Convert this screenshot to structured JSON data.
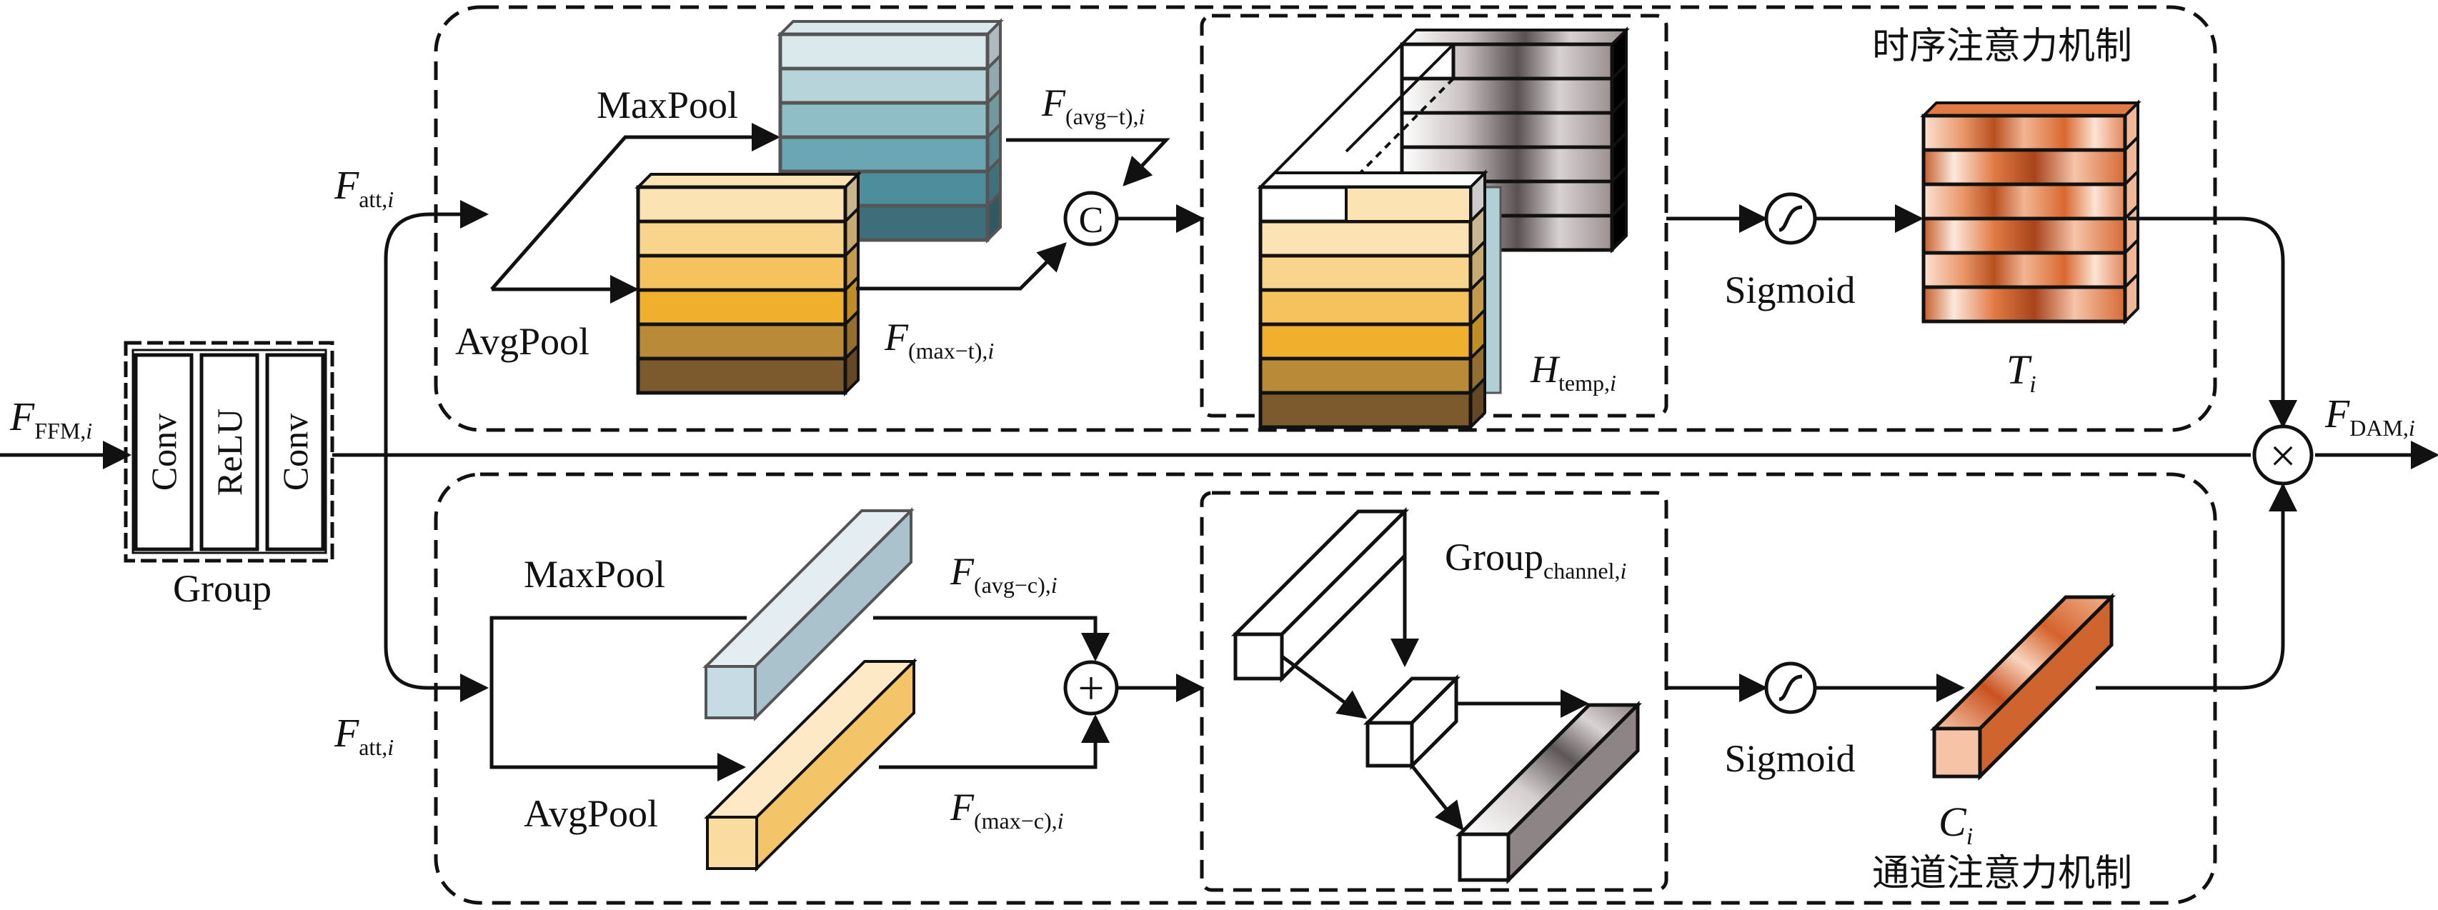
{
  "labels": {
    "f_ffm": "F",
    "f_ffm_sub": "FFM,",
    "f_ffm_i": "i",
    "f_att_top": "F",
    "f_att_top_sub": "att,",
    "f_att_top_i": "i",
    "f_att_bot": "F",
    "f_att_bot_sub": "att,",
    "f_att_bot_i": "i",
    "f_dam": "F",
    "f_dam_sub": "DAM,",
    "f_dam_i": "i",
    "group_conv1": "Conv",
    "group_relu": "ReLU",
    "group_conv2": "Conv",
    "group_caption": "Group",
    "maxpool_top": "MaxPool",
    "avgpool_top": "AvgPool",
    "f_avg_t": "F",
    "f_avg_t_sub": "(avg−t),",
    "f_avg_t_i": "i",
    "f_max_t": "F",
    "f_max_t_sub": "(max−t),",
    "f_max_t_i": "i",
    "concat_symbol": "C",
    "h_temp": "H",
    "h_temp_sub": "temp,",
    "h_temp_i": "i",
    "sigmoid_top": "Sigmoid",
    "t_i": "T",
    "t_i_sub": "i",
    "temporal_title": "时序注意力机制",
    "maxpool_bot": "MaxPool",
    "avgpool_bot": "AvgPool",
    "f_avg_c": "F",
    "f_avg_c_sub": "(avg−c),",
    "f_avg_c_i": "i",
    "f_max_c": "F",
    "f_max_c_sub": "(max−c),",
    "f_max_c_i": "i",
    "plus_symbol": "+",
    "group_channel": "Group",
    "group_channel_sub": "channel,",
    "group_channel_i": "i",
    "sigmoid_bot": "Sigmoid",
    "c_i": "C",
    "c_i_sub": "i",
    "channel_title": "通道注意力机制",
    "times_symbol": "×"
  },
  "colors": {
    "teal_layers": [
      "#d9e9ec",
      "#b6d4d9",
      "#8fbec7",
      "#6aa6b3",
      "#4d8d9c",
      "#3e6e7a"
    ],
    "gold_layers": [
      "#fbe3b4",
      "#f8d48c",
      "#f5c25d",
      "#f0b02d",
      "#b98a38",
      "#7d5a2e"
    ],
    "orange": "#e0763c",
    "bar_blue": "#c6dbe3",
    "bar_gold": "#fbdca0"
  }
}
